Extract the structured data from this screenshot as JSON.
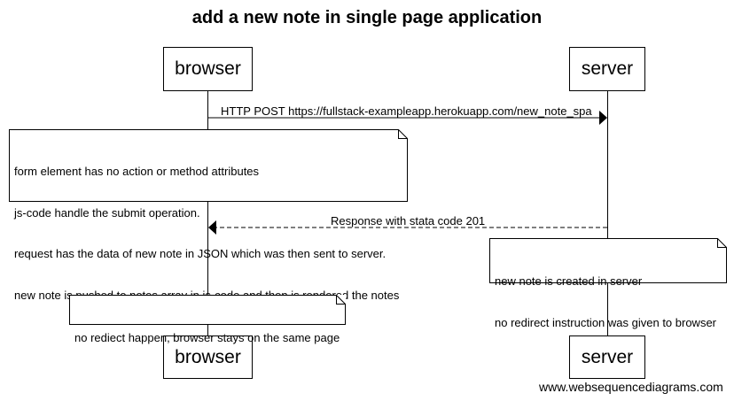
{
  "title": "add a new note in single page application",
  "participants": {
    "browser": "browser",
    "server": "server"
  },
  "messages": {
    "post": "HTTP POST https://fullstack-exampleapp.herokuapp.com/new_note_spa",
    "response": "Response with stata code 201"
  },
  "notes": {
    "browser_form": [
      "form element has no action or method attributes",
      "js-code handle the submit operation.",
      "request has the data of new note in JSON which was then sent to server.",
      "new note is pushed to notes array in js-code and then js rendered the notes"
    ],
    "server_created": [
      "new note is created in server",
      "no redirect instruction was given to browser"
    ],
    "browser_stay": [
      "no rediect happen, browser stays on the same page"
    ]
  },
  "watermark": "www.websequencediagrams.com"
}
